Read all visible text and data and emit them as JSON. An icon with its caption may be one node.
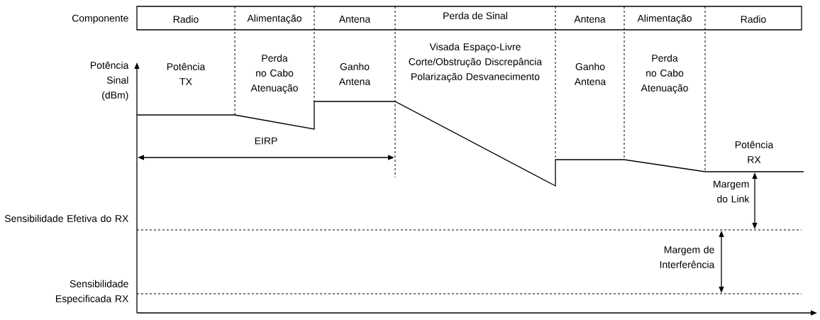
{
  "diagram": {
    "nodes": [
      {
        "text": [
          "Radio"
        ]
      },
      {
        "text": [
          "Alimentação"
        ]
      },
      {
        "text": [
          "Antena"
        ]
      },
      {
        "text": [
          "Perda de Sinal"
        ]
      },
      {
        "text": [
          "Antena"
        ]
      },
      {
        "text": [
          "Alimentação"
        ]
      },
      {
        "text": [
          "Radio"
        ]
      }
    ],
    "labels": [
      "Componente",
      "Potência Sinal (dBm)",
      "Potência TX",
      "Perda no Cabo Atenuação",
      "Ganho Antena",
      "Visada Espaço-Livre Corte/Obstrução Discrepância Polarização Desvanecimento",
      "Ganho Antena",
      "Perda no Cabo Atenuação",
      "EIRP",
      "Potência RX",
      "Margem do Link",
      "Sensibilidade Efetiva do RX",
      "Margem de Interferência",
      "Sensibilidade Especificada RX"
    ]
  }
}
